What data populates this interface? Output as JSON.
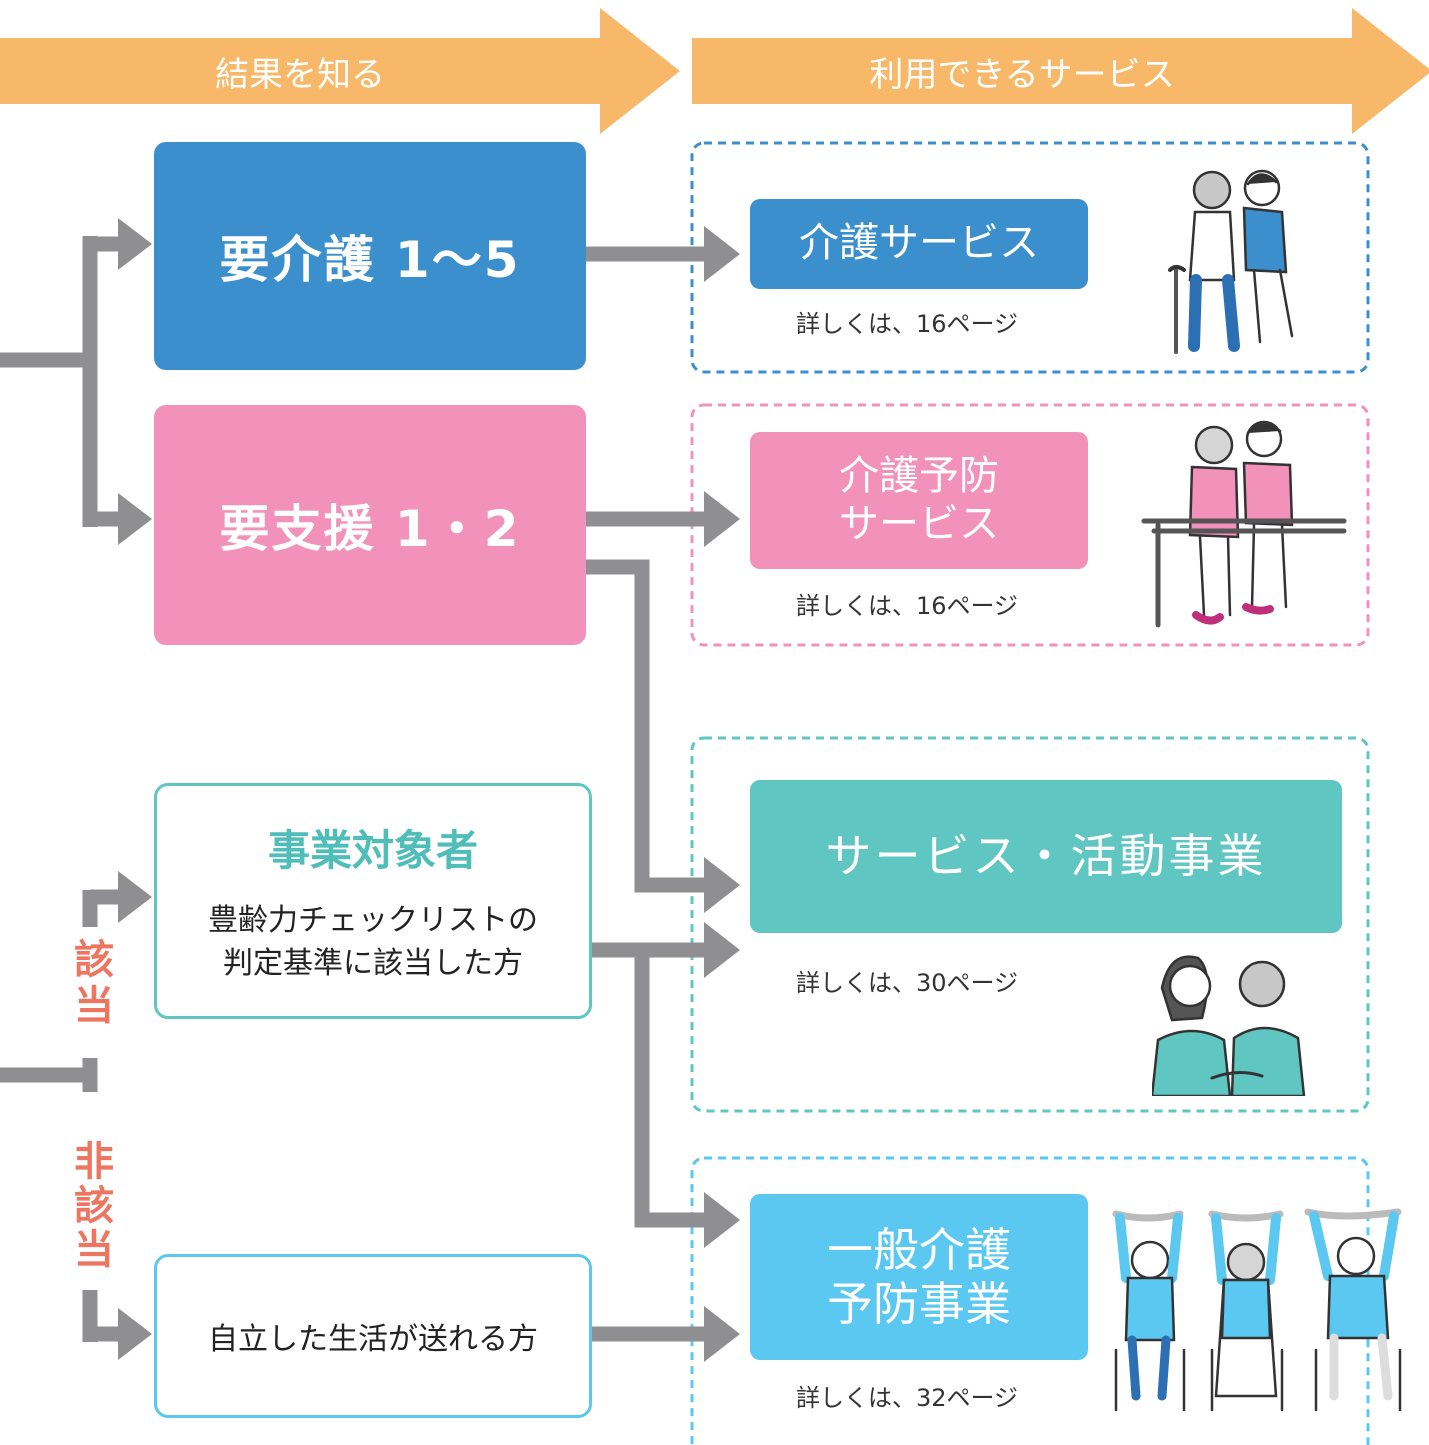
{
  "colors": {
    "header_arrow": "#F8B869",
    "kaigo": "#3A8FCC",
    "shien": "#F291B9",
    "jigyo": "#5FC6C2",
    "ippan": "#5AC8F0",
    "connector": "#8F8F92",
    "label_red": "#EE7560"
  },
  "headers": {
    "result": "結果を知る",
    "services": "利用できるサービス"
  },
  "results": {
    "kaigo": "要介護 1〜5",
    "shien": "要支援 1・2",
    "jigyo_title": "事業対象者",
    "jigyo_desc_line1": "豊齢力チェックリストの",
    "jigyo_desc_line2": "判定基準に該当した方",
    "independent": "自立した生活が送れる方"
  },
  "labels": {
    "gaito": "該当",
    "higaito": "非該当"
  },
  "services": {
    "kaigo": {
      "name": "介護サービス",
      "detail": "詳しくは、16ページ",
      "icon": "caregiver-walking-elderly-with-cane-illustration"
    },
    "yobou": {
      "name_line1": "介護予防",
      "name_line2": "サービス",
      "detail": "詳しくは、16ページ",
      "icon": "parallel-bars-rehab-illustration"
    },
    "katsudo": {
      "name": "サービス・活動事業",
      "detail": "詳しくは、30ページ",
      "icon": "caregiver-holding-hands-illustration"
    },
    "ippan": {
      "name_line1": "一般介護",
      "name_line2": "予防事業",
      "detail": "詳しくは、32ページ",
      "icon": "seated-towel-exercise-illustration"
    }
  }
}
